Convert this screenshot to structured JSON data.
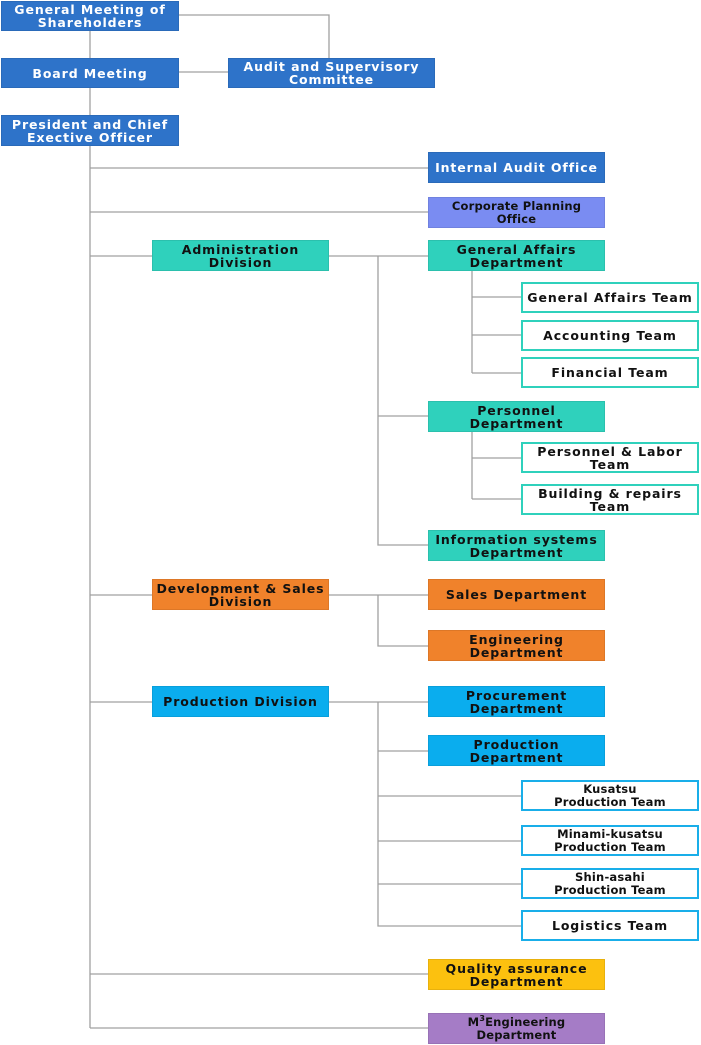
{
  "org_chart": {
    "governance": {
      "general_meeting": "General Meeting of\nShareholders",
      "board_meeting": "Board Meeting",
      "audit_committee": "Audit and Supervisory\nCommittee",
      "president": "President and Chief\nExective Officer"
    },
    "offices": {
      "internal_audit": "Internal Audit Office",
      "corporate_planning": "Corporate Planning\nOffice"
    },
    "administration": {
      "division": "Administration\nDivision",
      "general_affairs_dept": "General Affairs\nDepartment",
      "general_affairs_team": "General Affairs Team",
      "accounting_team": "Accounting Team",
      "financial_team": "Financial Team",
      "personnel_dept": "Personnel\nDepartment",
      "personnel_labor_team": "Personnel & Labor\nTeam",
      "building_repairs_team": "Building & repairs\nTeam",
      "info_systems_dept": "Information systems\nDepartment"
    },
    "development_sales": {
      "division": "Development & Sales\nDivision",
      "sales_dept": "Sales Department",
      "engineering_dept": "Engineering\nDepartment"
    },
    "production": {
      "division": "Production Division",
      "procurement_dept": "Procurement\nDepartment",
      "production_dept": "Production\nDepartment",
      "kusatsu_team": "Kusatsu\nProduction Team",
      "minami_kusatsu_team": "Minami-kusatsu\nProduction Team",
      "shin_asahi_team": "Shin-asahi\nProduction Team",
      "logistics_team": "Logistics Team"
    },
    "quality_assurance_dept": "Quality assurance\nDepartment",
    "m3_engineering": {
      "prefix": "M",
      "superscript": "3",
      "suffix": "Engineering\nDepartment"
    }
  },
  "colors": {
    "governance_blue": "#2e73c9",
    "corporate_planning": "#7a8cf2",
    "administration_teal": "#2fd1bc",
    "development_sales_orange": "#f0822b",
    "production_sky": "#0aadee",
    "quality_yellow": "#fcc10f",
    "m3_violet": "#a57cc6",
    "connector_gray": "#a0a0a0"
  }
}
